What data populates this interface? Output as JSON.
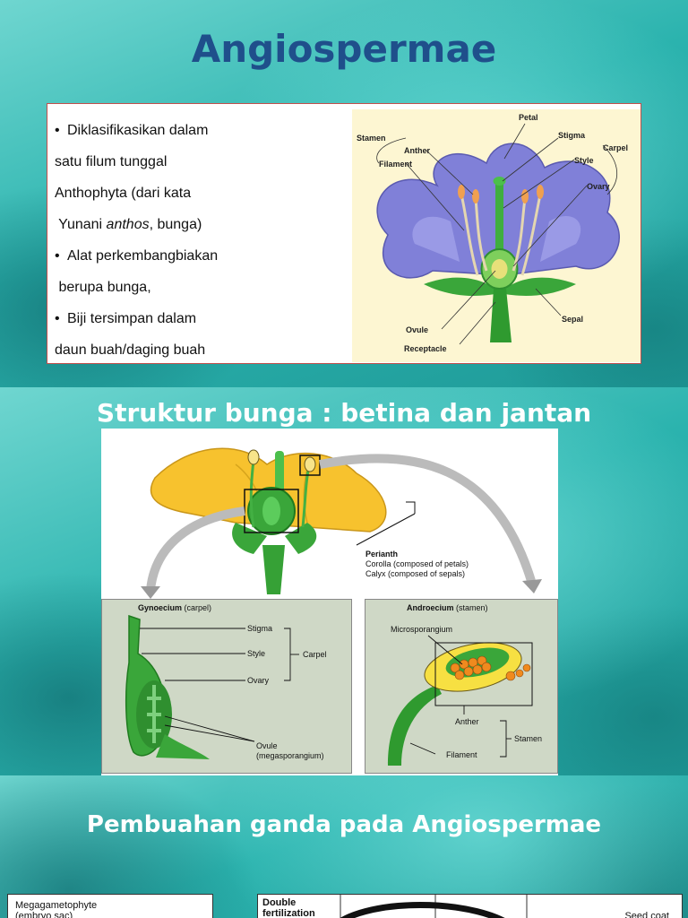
{
  "slide1": {
    "title": "Angiospermae",
    "bullets": [
      {
        "bullet": "•",
        "text": "Diklasifikasikan dalam"
      },
      {
        "bullet": "",
        "text": "satu filum tunggal"
      },
      {
        "bullet": "",
        "text": "Anthophyta (dari kata"
      },
      {
        "bullet": "",
        "pre": " Yunani ",
        "em": "anthos",
        "post": ", bunga)"
      },
      {
        "bullet": "•",
        "text": "Alat perkembangbiakan"
      },
      {
        "bullet": "",
        "text": " berupa bunga,"
      },
      {
        "bullet": "•",
        "text": "Biji tersimpan dalam"
      },
      {
        "bullet": "",
        "text": "daun buah/daging buah"
      }
    ],
    "figure_labels": {
      "petal": "Petal",
      "stamen": "Stamen",
      "stigma": "Stigma",
      "carpel": "Carpel",
      "anther": "Anther",
      "filament": "Filament",
      "style": "Style",
      "ovary": "Ovary",
      "sepal": "Sepal",
      "ovule": "Ovule",
      "receptacle": "Receptacle"
    }
  },
  "slide2": {
    "title": "Struktur bunga : betina dan jantan",
    "perianth": {
      "title": "Perianth",
      "corolla": "Corolla (composed of petals)",
      "calyx": "Calyx (composed of sepals)"
    },
    "gynoecium": {
      "head": "Gynoecium",
      "head_sub": " (carpel)",
      "stigma": "Stigma",
      "style": "Style",
      "ovary": "Ovary",
      "carpel": "Carpel",
      "ovule": "Ovule",
      "megasporangium": "(megasporangium)"
    },
    "androecium": {
      "head": "Androecium",
      "head_sub": " (stamen)",
      "microsporangium": "Microsporangium",
      "anther": "Anther",
      "filament": "Filament",
      "stamen": "Stamen"
    }
  },
  "slide3": {
    "title": "Pembuahan ganda pada Angiospermae",
    "megagametophyte": "Megagametophyte",
    "megagametophyte_sub": "(embryo sac)",
    "double_fertilization": "Double",
    "double_fertilization_2": "fertilization",
    "seed_coat": "Seed coat"
  }
}
